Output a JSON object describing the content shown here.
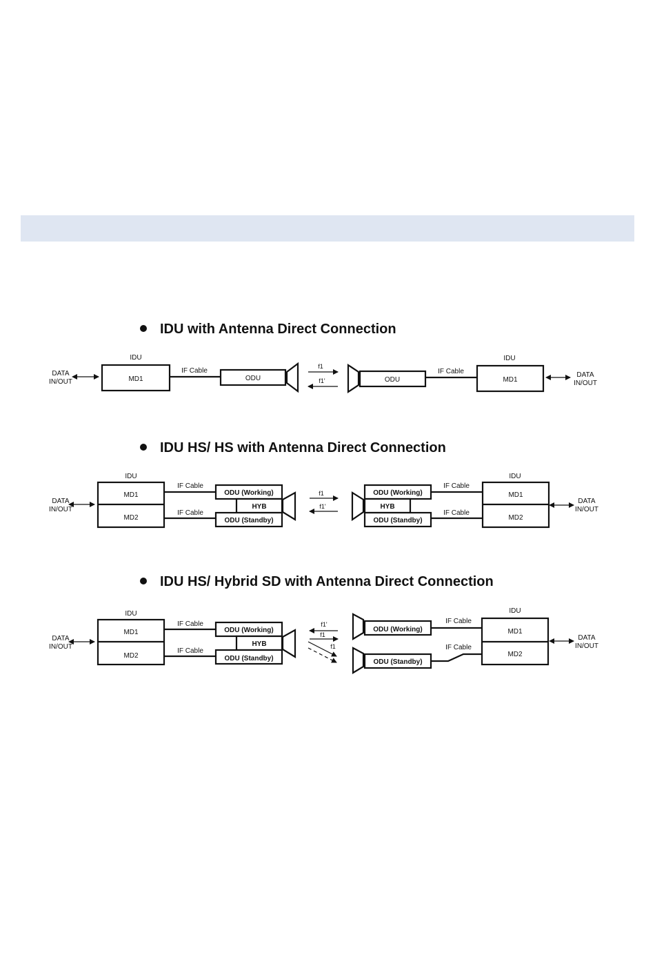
{
  "sections": [
    {
      "heading": "IDU with Antenna Direct Connection",
      "left": {
        "data": [
          "DATA",
          "IN/OUT"
        ],
        "idu": "IDU",
        "md1": "MD1",
        "cable": "IF Cable",
        "odu": "ODU"
      },
      "link": {
        "f_tx": "f1",
        "f_rx": "f1'"
      },
      "right": {
        "data": [
          "DATA",
          "IN/OUT"
        ],
        "idu": "IDU",
        "md1": "MD1",
        "cable": "IF Cable",
        "odu": "ODU"
      }
    },
    {
      "heading": "IDU HS/ HS with Antenna Direct Connection",
      "left": {
        "data": [
          "DATA",
          "IN/OUT"
        ],
        "idu": "IDU",
        "md1": "MD1",
        "md2": "MD2",
        "cable1": "IF Cable",
        "cable2": "IF Cable",
        "odu_w": "ODU (Working)",
        "hyb": "HYB",
        "odu_s": "ODU (Standby)"
      },
      "link": {
        "f_tx": "f1",
        "f_rx": "f1'"
      },
      "right": {
        "data": [
          "DATA",
          "IN/OUT"
        ],
        "idu": "IDU",
        "md1": "MD1",
        "md2": "MD2",
        "cable1": "IF Cable",
        "cable2": "IF Cable",
        "odu_w": "ODU (Working)",
        "hyb": "HYB",
        "odu_s": "ODU (Standby)"
      }
    },
    {
      "heading": "IDU HS/ Hybrid SD with Antenna Direct Connection",
      "left": {
        "data": [
          "DATA",
          "IN/OUT"
        ],
        "idu": "IDU",
        "md1": "MD1",
        "md2": "MD2",
        "cable1": "IF Cable",
        "cable2": "IF Cable",
        "odu_w": "ODU (Working)",
        "hyb": "HYB",
        "odu_s": "ODU (Standby)"
      },
      "link": {
        "f_rx": "f1'",
        "f_tx_a": "f1",
        "f_tx_b": "f1"
      },
      "right": {
        "data": [
          "DATA",
          "IN/OUT"
        ],
        "idu": "IDU",
        "md1": "MD1",
        "md2": "MD2",
        "cable1": "IF Cable",
        "cable2": "IF Cable",
        "odu_w": "ODU (Working)",
        "odu_s": "ODU (Standby)"
      }
    }
  ]
}
